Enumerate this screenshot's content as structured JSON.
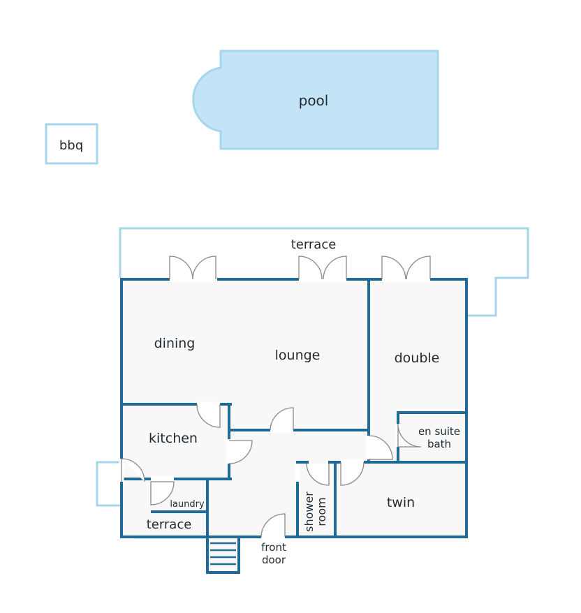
{
  "labels": {
    "pool": "pool",
    "bbq": "bbq",
    "terrace_top": "terrace",
    "dining": "dining",
    "lounge": "lounge",
    "double": "double",
    "en_suite_line1": "en suite",
    "en_suite_line2": "bath",
    "kitchen": "kitchen",
    "laundry": "laundry",
    "terrace_bottom": "terrace",
    "shower_line1": "shower",
    "shower_line2": "room",
    "twin": "twin",
    "front_door_line1": "front",
    "front_door_line2": "door"
  },
  "colors": {
    "wall": "#1f6a96",
    "outline": "#a6d6ec",
    "pool_fill": "#c3e4f7",
    "room_fill": "#f8f8f8",
    "door": "#888888"
  }
}
